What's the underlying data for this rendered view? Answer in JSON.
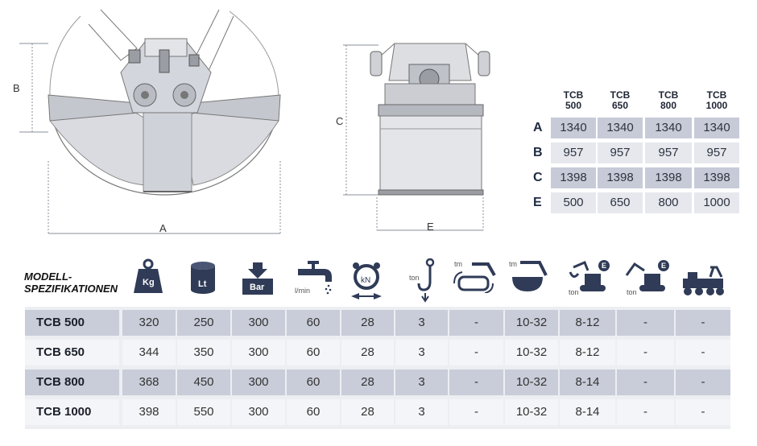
{
  "drawing": {
    "dim_a": "A",
    "dim_b": "B",
    "dim_c": "C",
    "dim_e": "E"
  },
  "dimension_table": {
    "columns": [
      "TCB 500",
      "TCB 650",
      "TCB 800",
      "TCB 1000"
    ],
    "column_lines": [
      [
        "TCB",
        "500"
      ],
      [
        "TCB",
        "650"
      ],
      [
        "TCB",
        "800"
      ],
      [
        "TCB",
        "1000"
      ]
    ],
    "rows": [
      {
        "label": "A",
        "values": [
          "1340",
          "1340",
          "1340",
          "1340"
        ]
      },
      {
        "label": "B",
        "values": [
          "957",
          "957",
          "957",
          "957"
        ]
      },
      {
        "label": "C",
        "values": [
          "1398",
          "1398",
          "1398",
          "1398"
        ]
      },
      {
        "label": "E",
        "values": [
          "500",
          "650",
          "800",
          "1000"
        ]
      }
    ]
  },
  "spec_table": {
    "title_line1": "MODELL-",
    "title_line2": "SPEZIFIKATIONEN",
    "icon_columns": [
      {
        "icon": "weight-icon",
        "label": "Kg"
      },
      {
        "icon": "capacity-icon",
        "label": "Lt"
      },
      {
        "icon": "pressure-icon",
        "label": "Bar"
      },
      {
        "icon": "flow-icon",
        "label": "l/min"
      },
      {
        "icon": "force-icon",
        "label": "kN"
      },
      {
        "icon": "hook-icon",
        "label": "ton"
      },
      {
        "icon": "rotator-icon",
        "label": "tm"
      },
      {
        "icon": "crane-grab-icon",
        "label": "tm"
      },
      {
        "icon": "excavator-rotation-icon",
        "label": "ton",
        "badge": "E"
      },
      {
        "icon": "excavator-icon",
        "label": "ton",
        "badge": "E"
      },
      {
        "icon": "forestry-machine-icon",
        "label": ""
      }
    ],
    "rows": [
      {
        "name": "TCB 500",
        "values": [
          "320",
          "250",
          "300",
          "60",
          "28",
          "3",
          "-",
          "10-32",
          "8-12",
          "-",
          "-"
        ]
      },
      {
        "name": "TCB 650",
        "values": [
          "344",
          "350",
          "300",
          "60",
          "28",
          "3",
          "-",
          "10-32",
          "8-12",
          "-",
          "-"
        ]
      },
      {
        "name": "TCB 800",
        "values": [
          "368",
          "450",
          "300",
          "60",
          "28",
          "3",
          "-",
          "10-32",
          "8-14",
          "-",
          "-"
        ]
      },
      {
        "name": "TCB 1000",
        "values": [
          "398",
          "550",
          "300",
          "60",
          "28",
          "3",
          "-",
          "10-32",
          "8-14",
          "-",
          "-"
        ]
      }
    ]
  },
  "colors": {
    "cell_dark": "#c9cdd9",
    "cell_light": "#f4f5f8",
    "icon_navy": "#2f3b57"
  }
}
